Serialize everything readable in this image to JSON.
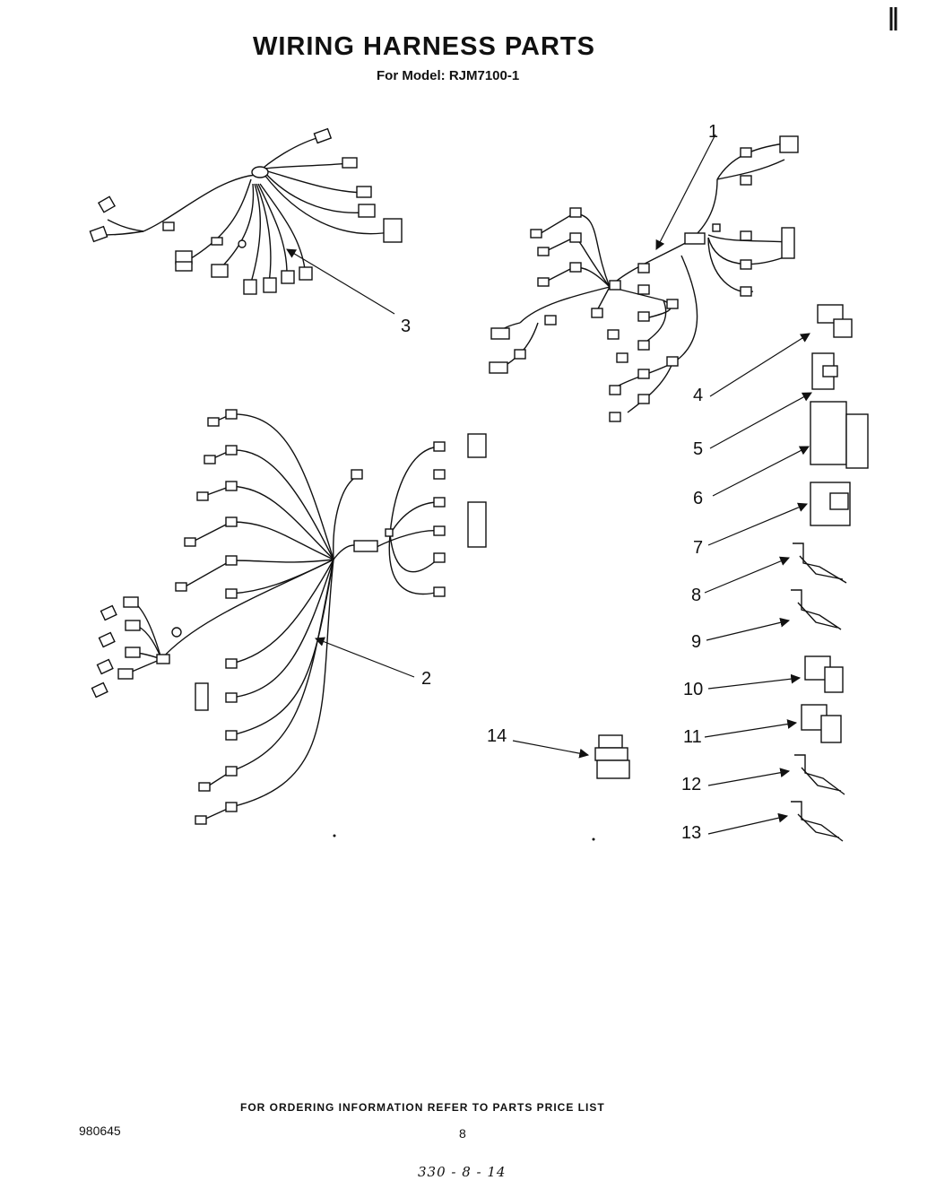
{
  "title": "WIRING HARNESS PARTS",
  "subtitle": "For Model: RJM7100-1",
  "callouts": [
    "1",
    "2",
    "3",
    "4",
    "5",
    "6",
    "7",
    "8",
    "9",
    "10",
    "11",
    "12",
    "13",
    "14"
  ],
  "footer": "FOR ORDERING INFORMATION REFER TO PARTS PRICE LIST",
  "doc_number": "980645",
  "page_number": "8",
  "handwritten_note": "330 - 8 - 14"
}
